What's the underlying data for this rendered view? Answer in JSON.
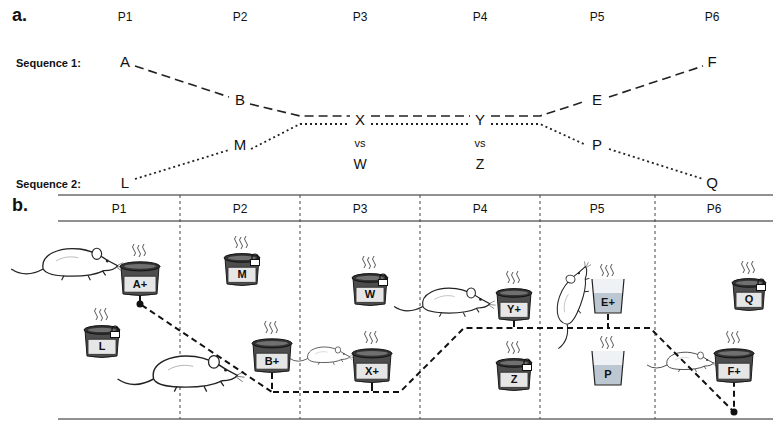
{
  "diagram": {
    "nodes": [
      {
        "text": [
          "A+"
        ]
      },
      {
        "text": [
          "L"
        ]
      },
      {
        "text": [
          "M"
        ]
      },
      {
        "text": [
          "B+"
        ]
      },
      {
        "text": [
          "W"
        ]
      },
      {
        "text": [
          "X+"
        ]
      },
      {
        "text": [
          "Y+"
        ]
      },
      {
        "text": [
          "Z"
        ]
      },
      {
        "text": [
          "E+"
        ]
      },
      {
        "text": [
          "P"
        ]
      },
      {
        "text": [
          "Q"
        ]
      },
      {
        "text": [
          "F+"
        ]
      }
    ],
    "edges": [
      {
        "from": 0,
        "to": 3,
        "arrow": "none"
      },
      {
        "from": 3,
        "to": 5,
        "arrow": "none"
      },
      {
        "from": 5,
        "to": 6,
        "arrow": "none"
      },
      {
        "from": 6,
        "to": 8,
        "arrow": "none"
      },
      {
        "from": 8,
        "to": 11,
        "arrow": "none"
      }
    ],
    "labels": [
      "a.",
      "P1",
      "P2",
      "P3",
      "P4",
      "P5",
      "P6",
      "Sequence 1:",
      "A",
      "B",
      "X",
      "Y",
      "E",
      "F",
      "vs",
      "vs",
      "W",
      "Z",
      "Sequence 2:",
      "L",
      "M",
      "P",
      "Q",
      "b.",
      "P1",
      "P2",
      "P3",
      "P4",
      "P5",
      "P6"
    ]
  }
}
